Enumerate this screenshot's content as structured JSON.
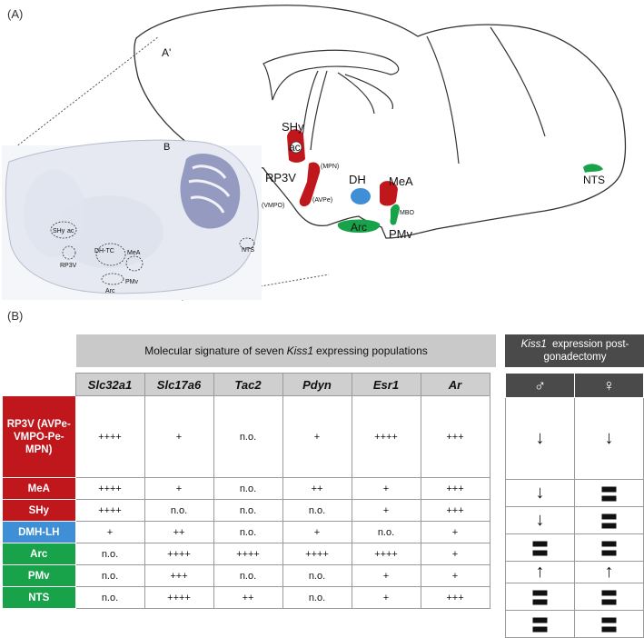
{
  "panel_a_label": "(A)",
  "panel_b_label": "(B)",
  "brain": {
    "label_a_prime": "A'",
    "label_b": "B",
    "regions": {
      "shy": "SHy",
      "ac": "ac",
      "mpn": "(MPN)",
      "rp3v": "RP3V",
      "avpe": "(AVPe)",
      "vmpo": "(VMPO)",
      "dh": "DH",
      "meA": "MeA",
      "mbo": "MBO",
      "arc": "Arc",
      "pmv": "PMv",
      "nts": "NTS"
    },
    "section_labels": {
      "shy": "SHy",
      "ac": "ac",
      "rp3v": "RP3V",
      "dhtc": "DH-TC",
      "meA": "MeA",
      "arc": "Arc",
      "pmv": "PMv",
      "nts": "NTS"
    }
  },
  "table": {
    "title_prefix": "Molecular signature of seven",
    "title_gene": "Kiss1",
    "title_suffix": "expressing populations",
    "genes": [
      "Slc32a1",
      "Slc17a6",
      "Tac2",
      "Pdyn",
      "Esr1",
      "Ar"
    ],
    "rows": [
      {
        "population": "RP3V (AVPe-VMPO-Pe-MPN)",
        "values": [
          "++++",
          "+",
          "n.o.",
          "+",
          "++++",
          "+++"
        ]
      },
      {
        "population": "MeA",
        "values": [
          "++++",
          "+",
          "n.o.",
          "++",
          "+",
          "+++"
        ]
      },
      {
        "population": "SHy",
        "values": [
          "++++",
          "n.o.",
          "n.o.",
          "n.o.",
          "+",
          "+++"
        ]
      },
      {
        "population": "DMH-LH",
        "values": [
          "+",
          "++",
          "n.o.",
          "+",
          "n.o.",
          "+"
        ]
      },
      {
        "population": "Arc",
        "values": [
          "n.o.",
          "++++",
          "++++",
          "++++",
          "++++",
          "+"
        ]
      },
      {
        "population": "PMv",
        "values": [
          "n.o.",
          "+++",
          "n.o.",
          "n.o.",
          "+",
          "+"
        ]
      },
      {
        "population": "NTS",
        "values": [
          "n.o.",
          "++++",
          "++",
          "n.o.",
          "+",
          "+++"
        ]
      }
    ],
    "colors": {
      "red": "#c0171c",
      "blue": "#3e8fd6",
      "green": "#18a34a",
      "dark": "#4a4a4a"
    }
  },
  "gonadectomy": {
    "title_gene": "Kiss1",
    "title_rest": "expression post-gonadectomy",
    "sexes": [
      "♂",
      "♀"
    ],
    "rows": [
      {
        "male": "↓",
        "female": "↓"
      },
      {
        "male": "↓",
        "female": "〓"
      },
      {
        "male": "↓",
        "female": "〓"
      },
      {
        "male": "〓",
        "female": "〓"
      },
      {
        "male": "↑",
        "female": "↑"
      },
      {
        "male": "〓",
        "female": "〓"
      },
      {
        "male": "〓",
        "female": "〓"
      }
    ]
  }
}
